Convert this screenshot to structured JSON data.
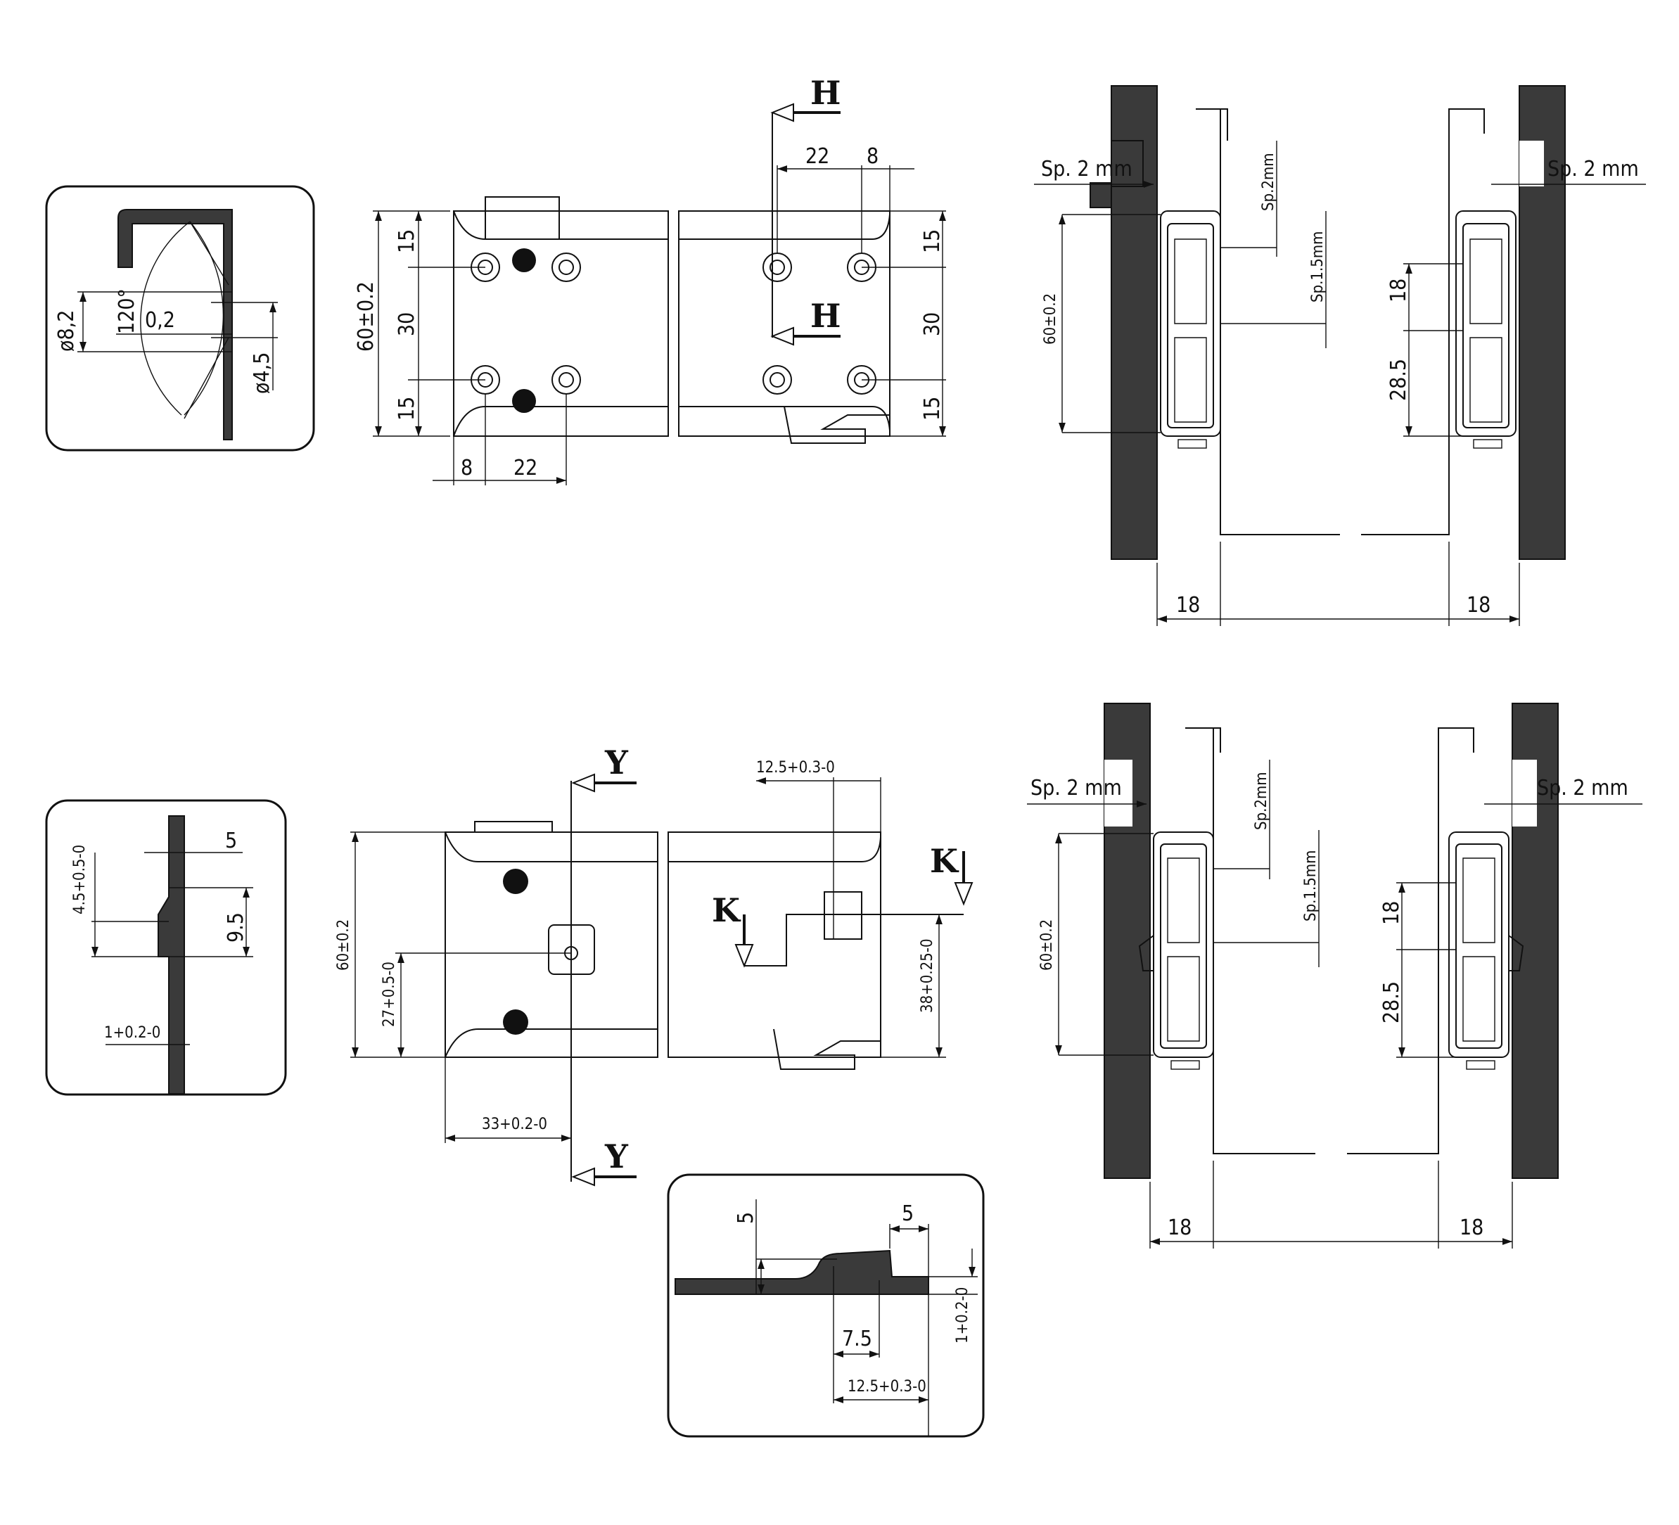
{
  "detail_top_left": {
    "dia_8_2": "ø8,2",
    "angle_120": "120°",
    "gap_0_2": "0,2",
    "dia_4_5": "ø4,5"
  },
  "front_top": {
    "dims": {
      "d15_top": "15",
      "d30": "30",
      "d15_bot": "15",
      "h60": "60±0.2",
      "d8": "8",
      "d22": "22",
      "r22": "22",
      "r8": "8",
      "r15_top": "15",
      "r30": "30",
      "r15_bot": "15"
    },
    "section_H": "H"
  },
  "section_top": {
    "sp2_left": "Sp. 2 mm",
    "sp2_right": "Sp. 2 mm",
    "sp2_vert": "Sp.2mm",
    "sp15_vert": "Sp.1.5mm",
    "h60": "60±0.2",
    "d18": "18",
    "d28_5": "28.5",
    "w18_left": "18",
    "w18_right": "18"
  },
  "detail_mid_left": {
    "d5": "5",
    "d4_5": "4.5+0.5-0",
    "d9_5": "9.5",
    "d1": "1+0.2-0"
  },
  "front_bottom": {
    "dims": {
      "h60": "60±0.2",
      "d27": "27+0.5-0",
      "d33": "33+0.2-0",
      "d12_5": "12.5+0.3-0",
      "d38": "38+0.25-0"
    },
    "section_Y": "Y",
    "section_K": "K"
  },
  "section_bottom": {
    "sp2_left": "Sp. 2 mm",
    "sp2_right": "Sp. 2 mm",
    "sp2_vert": "Sp.2mm",
    "sp15_vert": "Sp.1.5mm",
    "h60": "60±0.2",
    "d18": "18",
    "d28_5": "28.5",
    "w18_left": "18",
    "w18_right": "18"
  },
  "detail_bottom": {
    "d5_left": "5",
    "d5_right": "5",
    "d7_5": "7.5",
    "d12_5": "12.5+0.3-0",
    "d1": "1+0.2-0"
  }
}
